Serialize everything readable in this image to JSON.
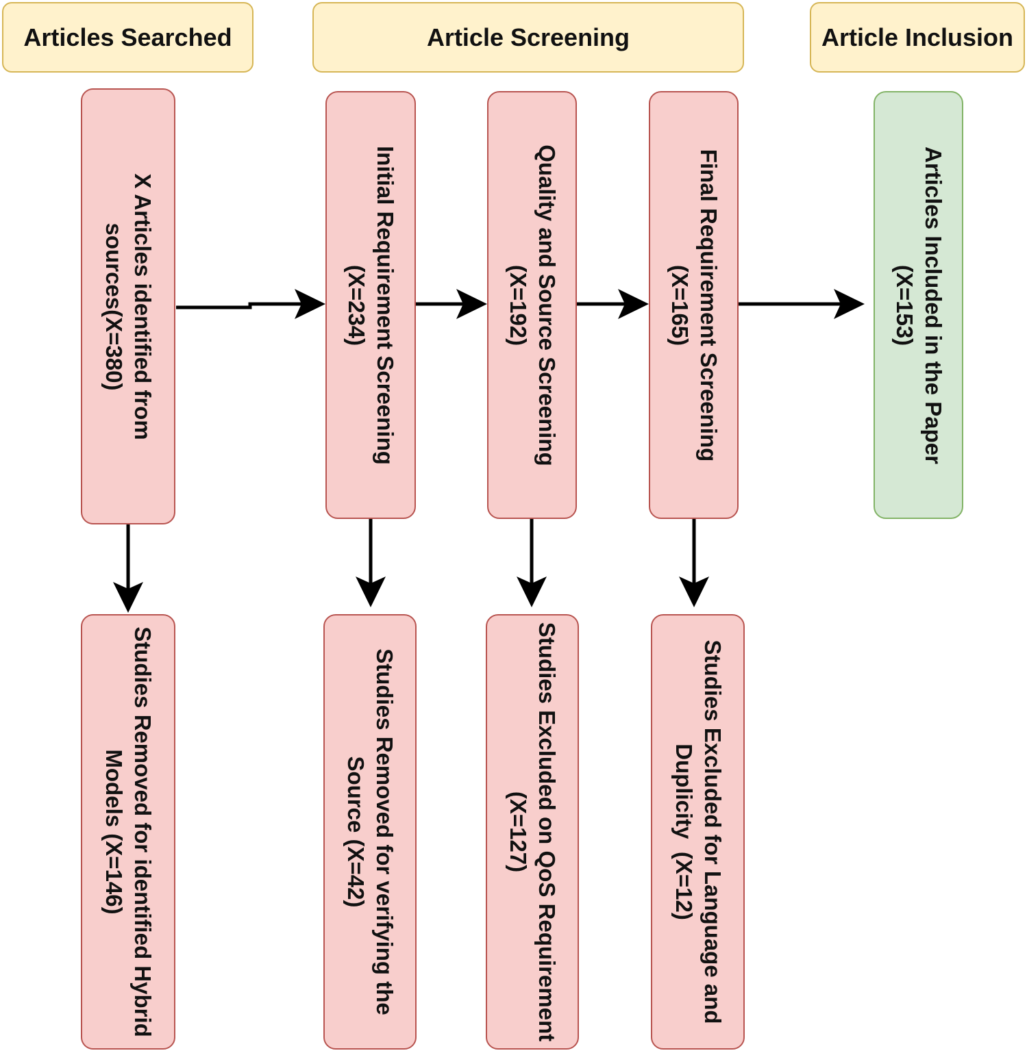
{
  "headers": {
    "searched": "Articles Searched",
    "screening": "Article Screening",
    "inclusion": "Article Inclusion"
  },
  "boxes": {
    "identified": "X Articles identified from\nsources(X=380)",
    "initial": "Initial Requirement Screening\n(X=234)",
    "quality": "Quality and Source Screening\n(X=192)",
    "final": "Final Requirement Screening\n(X=165)",
    "included": "Articles Included in the Paper\n(X=153)",
    "removed_hybrid": "Studies Removed for identified Hybrid\nModels (X=146)",
    "removed_source": "Studies Removed for verifying the\nSource (X=42)",
    "excluded_qos": "Studies Excluded on QoS Requirement\n(X=127)",
    "excluded_language": "Studies Excluded for Language and\nDuplicity  (X=12)"
  },
  "colors": {
    "header_fill": "#fff2cc",
    "header_border": "#d6b656",
    "box_fill": "#f8cecc",
    "box_border": "#b85450",
    "included_fill": "#d5e8d4",
    "included_border": "#82b366",
    "arrow": "#000000"
  }
}
